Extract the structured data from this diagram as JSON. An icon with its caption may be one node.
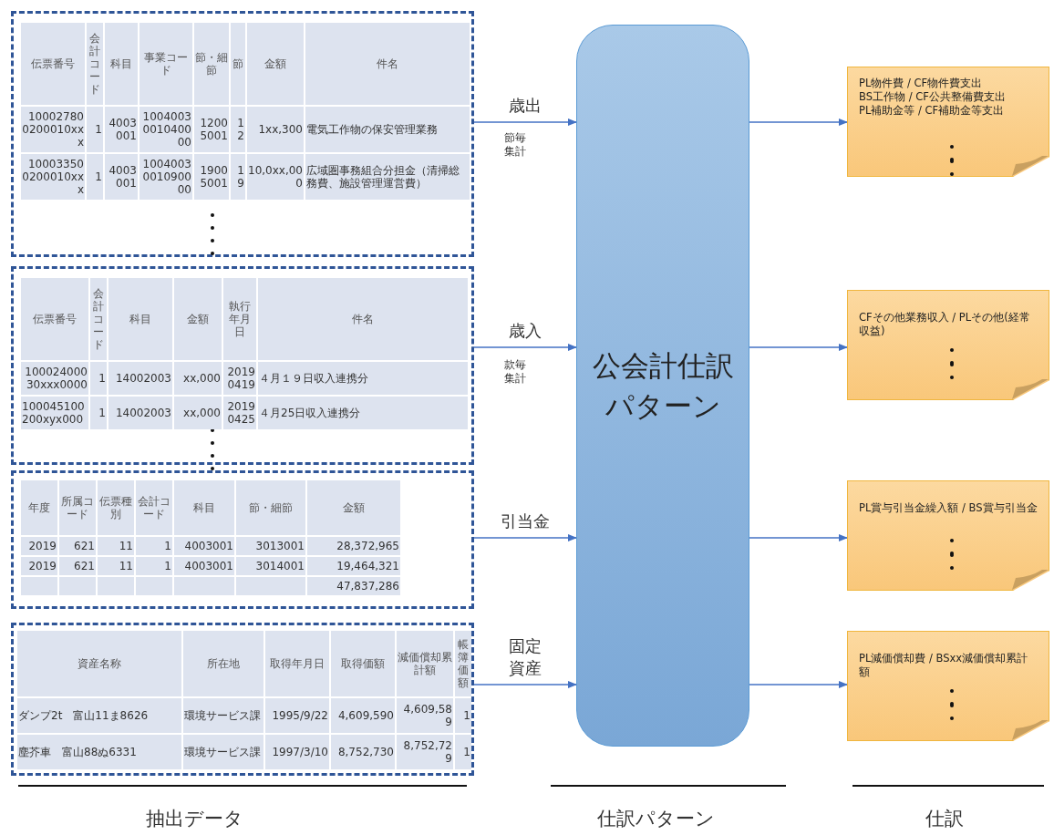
{
  "diagram": {
    "nodes": [
      {
        "text": [],
        "shape": "box"
      },
      {
        "text": [],
        "shape": "box"
      },
      {
        "text": [],
        "shape": "box"
      },
      {
        "text": [],
        "shape": "box"
      },
      {
        "text": [
          "公会計仕訳パターン"
        ]
      },
      {
        "text": [
          "PL物件費 / CF物件費支出",
          "BS工作物 / CF公共整備費支出",
          "PL補助金等 / CF補助金等支出"
        ]
      },
      {
        "text": [
          "CFその他業務収入 / PLその他(経常収益)"
        ]
      },
      {
        "text": [
          "PL賞与引当金繰入額 / BS賞与引当金"
        ]
      },
      {
        "text": [
          "PL減価償却費 / BSxx減価償却累計額"
        ]
      }
    ],
    "edges": [
      {
        "from": 0,
        "to": 4,
        "arrow": "to",
        "label": "歳出"
      },
      {
        "from": 1,
        "to": 4,
        "arrow": "to",
        "label": "歳入"
      },
      {
        "from": 2,
        "to": 4,
        "arrow": "to",
        "label": "引当金"
      },
      {
        "from": 3,
        "to": 4,
        "arrow": "to",
        "label": "固定資産"
      },
      {
        "from": 4,
        "to": 5,
        "arrow": "to"
      },
      {
        "from": 4,
        "to": 6,
        "arrow": "to"
      },
      {
        "from": 4,
        "to": 7,
        "arrow": "to"
      },
      {
        "from": 4,
        "to": 8,
        "arrow": "to"
      }
    ],
    "labels": [
      "伝票番号",
      "会計コード",
      "科目",
      "事業コード",
      "節・細節",
      "節",
      "金額",
      "件名",
      "100027800200010xxx",
      "1",
      "4003001",
      "1004003001040000",
      "12005001",
      "12",
      "1xx,300",
      "電気工作物の保安管理業務",
      "100033500200010xxx",
      "1",
      "4003001",
      "1004003001090000",
      "19005001",
      "19",
      "10,0xx,000",
      "広域圏事務組合分担金（清掃総務費、施設管理運営費）",
      "節毎集計",
      "伝票番号",
      "会計コード",
      "科目",
      "金額",
      "執行年月日",
      "件名",
      "10002400030xxx0000",
      "1",
      "14002003",
      "xx,000",
      "20190419",
      "４月１９日収入連携分",
      "100045100200xyx000",
      "1",
      "14002003",
      "xx,000",
      "20190425",
      "４月25日収入連携分",
      "款毎集計",
      "年度",
      "所属コード",
      "伝票種別",
      "会計コード",
      "科目",
      "節・細節",
      "金額",
      "2019",
      "621",
      "11",
      "1",
      "4003001",
      "3013001",
      "28,372,965",
      "2019",
      "621",
      "11",
      "1",
      "4003001",
      "3014001",
      "19,464,321",
      "47,837,286",
      "資産名称",
      "所在地",
      "取得年月日",
      "取得価額",
      "減価償却累計額",
      "帳簿価額",
      "ダンプ2t　富山11ま8626",
      "環境サービス課",
      "1995/9/22",
      "4,609,590",
      "4,609,589",
      "1",
      "塵芥車　富山88ぬ6331",
      "環境サービス課",
      "1997/3/10",
      "8,752,730",
      "8,752,729",
      "1",
      "抽出データ",
      "仕訳パターン",
      "仕訳"
    ]
  }
}
